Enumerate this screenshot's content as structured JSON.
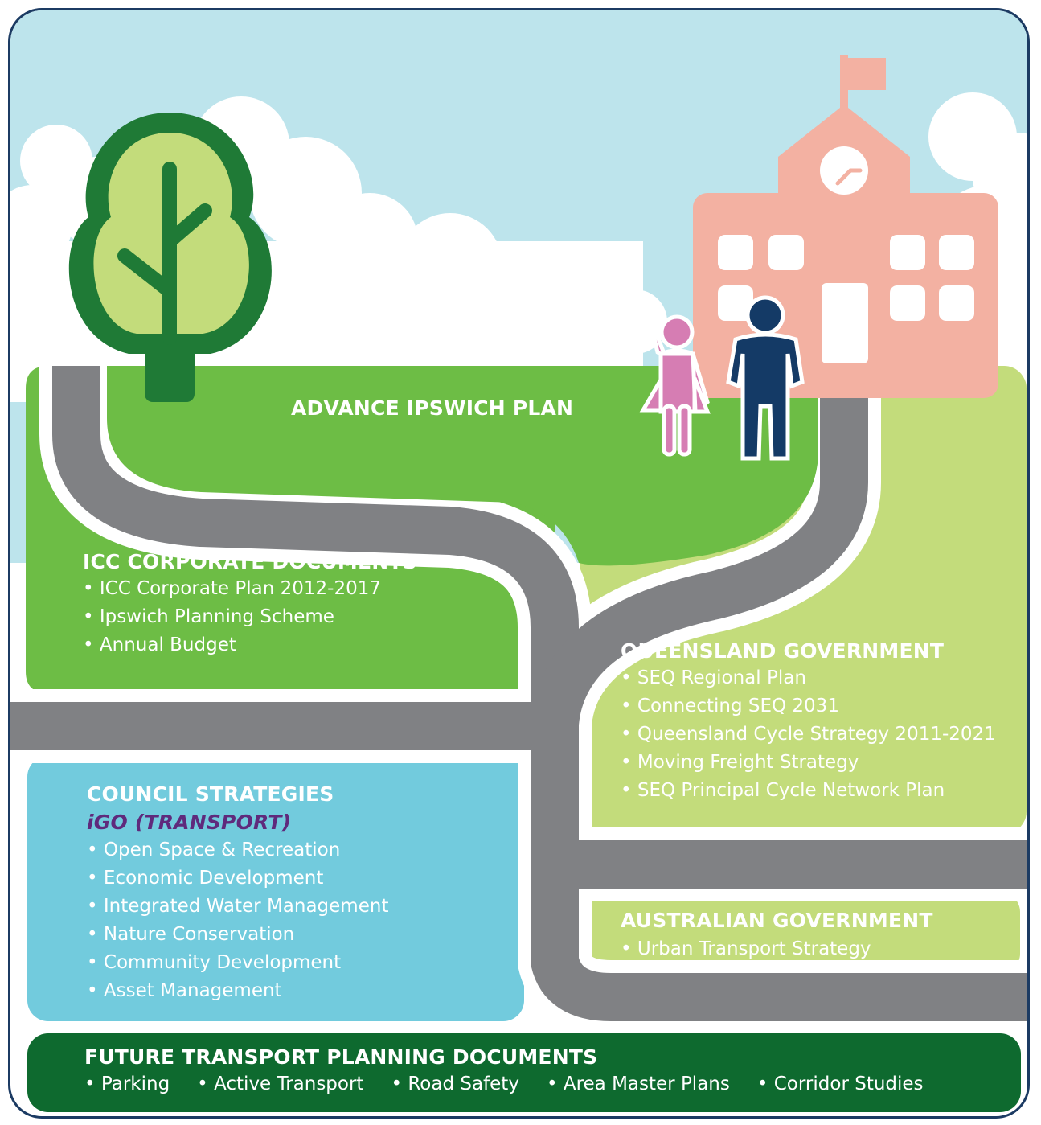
{
  "advance": {
    "title": "ADVANCE IPSWICH PLAN"
  },
  "icc": {
    "title": "ICC CORPORATE DOCUMENTS",
    "items": [
      "ICC Corporate Plan 2012-2017",
      "Ipswich Planning Scheme",
      "Annual Budget"
    ]
  },
  "queensland": {
    "title": "QUEENSLAND GOVERNMENT",
    "items": [
      "SEQ Regional Plan",
      "Connecting SEQ 2031",
      "Queensland Cycle Strategy 2011-2021",
      "Moving Freight Strategy",
      "SEQ Principal Cycle Network Plan"
    ]
  },
  "council": {
    "title": "COUNCIL STRATEGIES",
    "highlight": "iGO (TRANSPORT)",
    "items": [
      "Open Space & Recreation",
      "Economic Development",
      "Integrated Water Management",
      "Nature Conservation",
      "Community Development",
      "Asset Management"
    ]
  },
  "australian": {
    "title": "AUSTRALIAN GOVERNMENT",
    "items": [
      "Urban Transport Strategy"
    ]
  },
  "future": {
    "title": "FUTURE TRANSPORT PLANNING DOCUMENTS",
    "items": [
      "Parking",
      "Active Transport",
      "Road Safety",
      "Area Master Plans",
      "Corridor Studies"
    ]
  },
  "colors": {
    "frame": "#1c3b63",
    "sky": "#bde4ec",
    "cloud": "#ffffff",
    "road": "#808184",
    "green_main": "#6dbd45",
    "green_light": "#c3dc7b",
    "blue_box": "#72cbdd",
    "dark_green": "#0e6a2f",
    "tree_dark": "#1f7a36",
    "tree_light": "#c3dc7b",
    "building": "#f3b1a2",
    "woman": "#d67db3",
    "man": "#143a66",
    "igo_purple": "#5f2a7c"
  },
  "icons": {
    "tree": "tree-icon",
    "building": "building-icon",
    "woman": "woman-icon",
    "man": "man-icon"
  }
}
